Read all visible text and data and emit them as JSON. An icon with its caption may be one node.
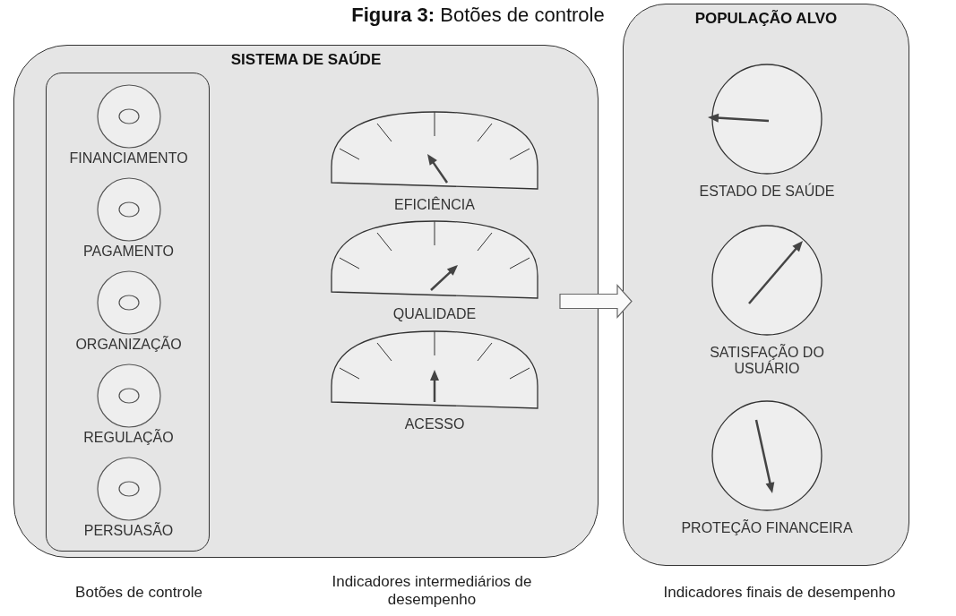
{
  "diagram": {
    "title": "**Figura 3:** Botões de controle",
    "nodes": [
      {
        "text": [
          "SISTEMA DE SAÚDE"
        ]
      },
      {
        "text": [],
        "shape": "box",
        "in": 0
      },
      {
        "text": [
          "FINANCIAMENTO"
        ],
        "in": 1
      },
      {
        "text": [
          "PAGAMENTO"
        ],
        "in": 1
      },
      {
        "text": [
          "ORGANIZAÇÃO"
        ],
        "in": 1
      },
      {
        "text": [
          "REGULAÇÃO"
        ],
        "in": 1
      },
      {
        "text": [
          "PERSUASÃO"
        ],
        "in": 1
      },
      {
        "text": [
          "EFICIÊNCIA"
        ],
        "in": 0
      },
      {
        "text": [
          "QUALIDADE"
        ],
        "in": 0
      },
      {
        "text": [
          "ACESSO"
        ],
        "in": 0
      },
      {
        "text": [
          "POPULAÇÃO ALVO"
        ]
      },
      {
        "text": [
          "ESTADO DE SAÚDE"
        ],
        "in": 10
      },
      {
        "text": [
          "SATISFAÇÃO DO USUÁRIO"
        ],
        "in": 10
      },
      {
        "text": [
          "PROTEÇÃO FINANCEIRA"
        ],
        "in": 10
      }
    ],
    "edges": [
      {
        "from": 0,
        "to": 10,
        "arrow": "to"
      }
    ],
    "labels": [
      "Botões de controle",
      "Indicadores intermediários de desempenho",
      "Indicadores finais de desempenho"
    ]
  }
}
